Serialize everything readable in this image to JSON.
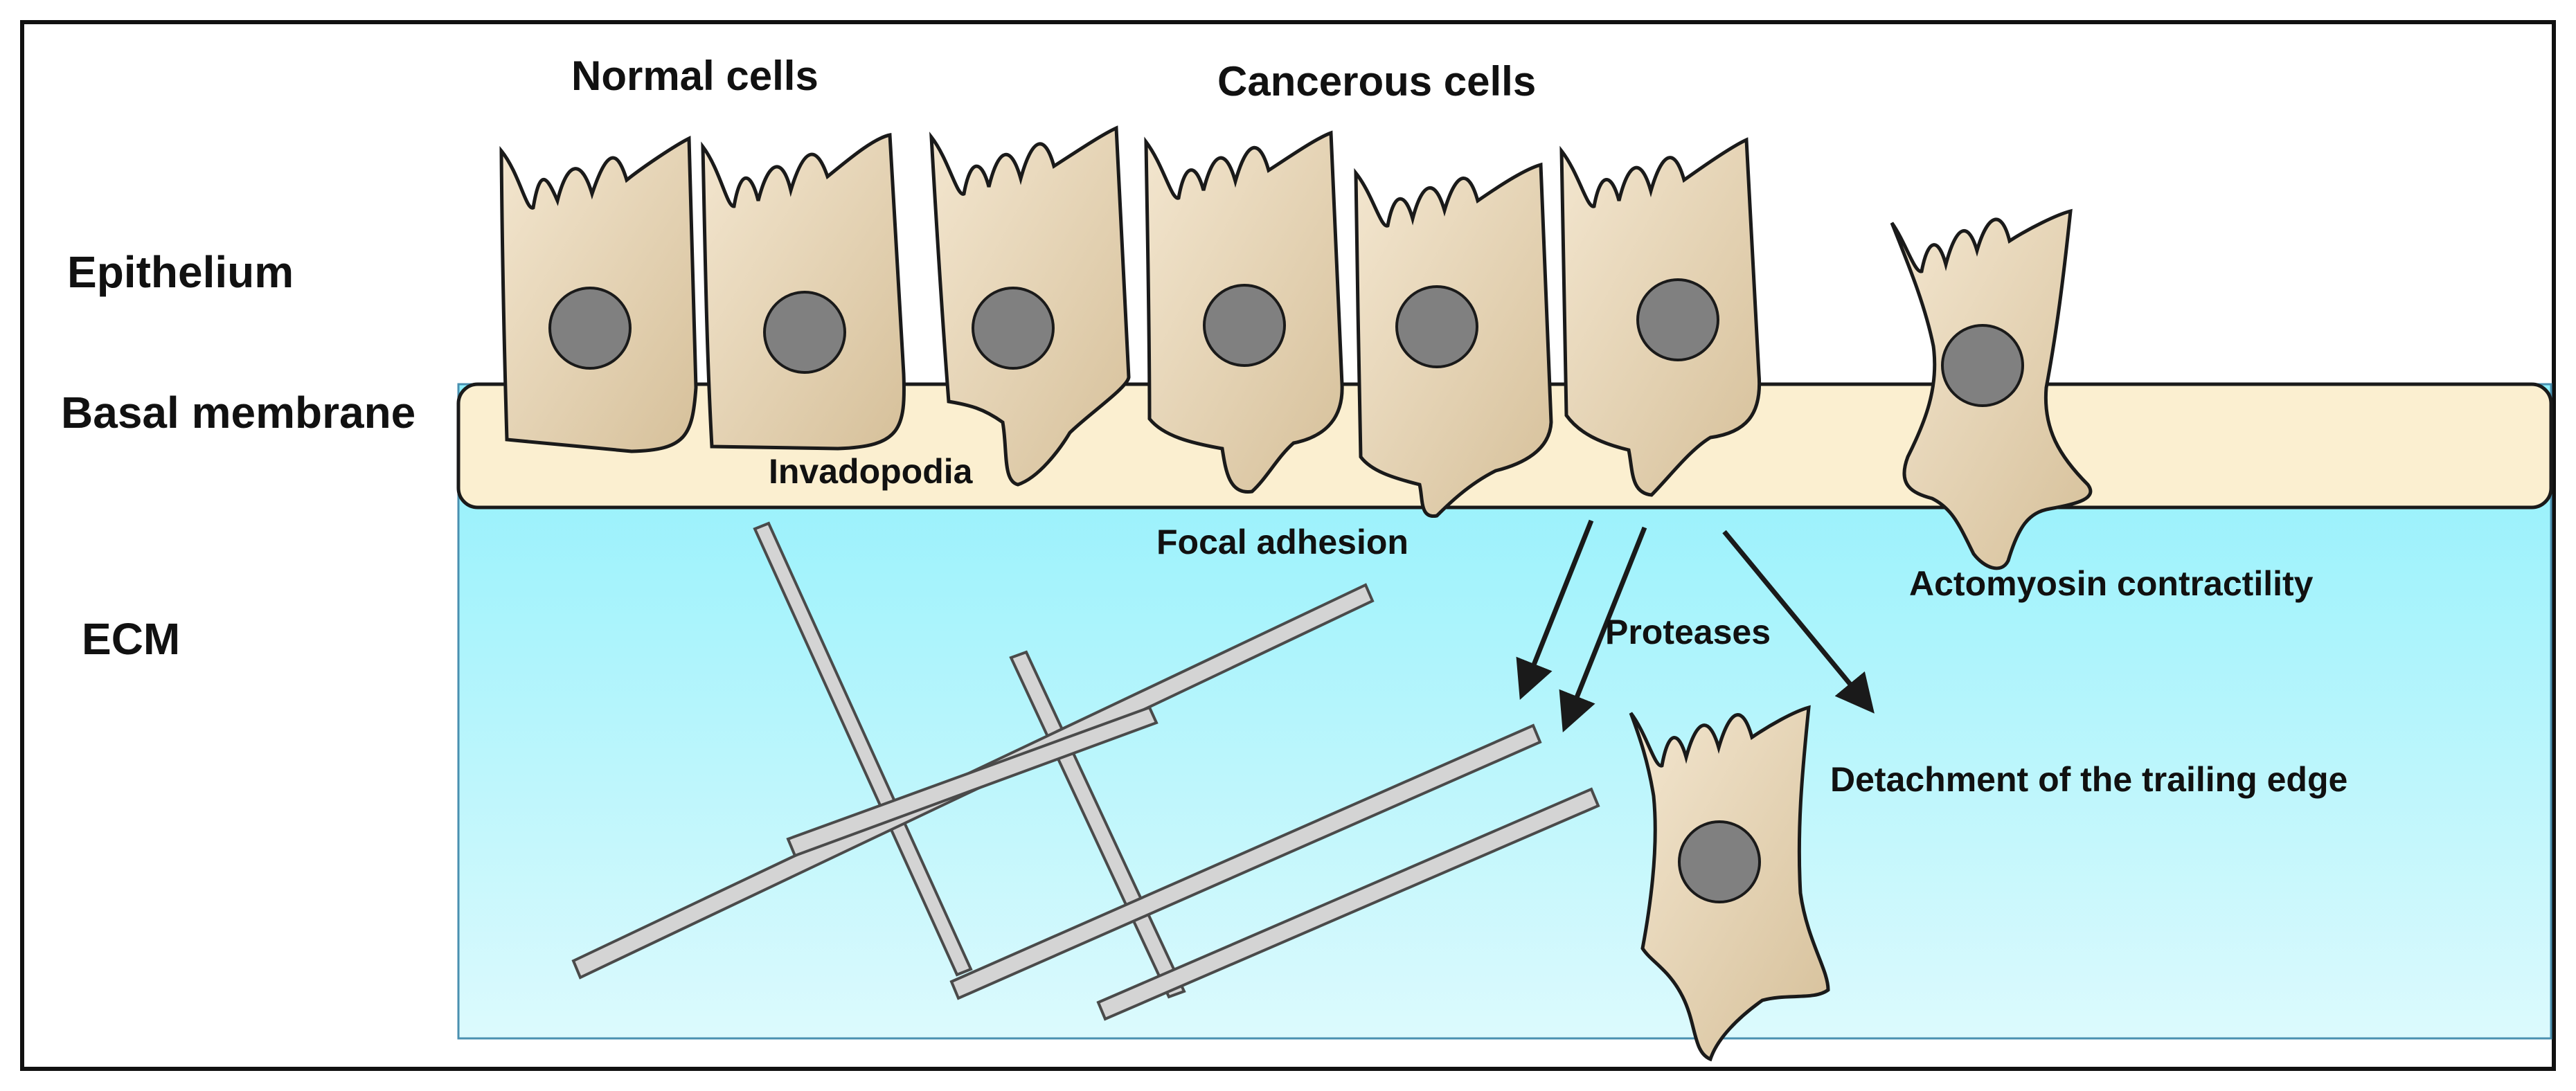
{
  "labels": {
    "normal_cells": "Normal cells",
    "cancerous_cells": "Cancerous cells",
    "epithelium": "Epithelium",
    "basal_membrane": "Basal membrane",
    "ecm": "ECM",
    "invadopodia": "Invadopodia",
    "focal_adhesion": "Focal adhesion",
    "proteases": "Proteases",
    "actomyosin": "Actomyosin contractility",
    "detachment": "Detachment of the trailing edge"
  },
  "colors": {
    "cell_fill_light": "#f3e6cf",
    "cell_fill_dark": "#d6c09a",
    "nucleus": "#808080",
    "basal_membrane": "#fbefd0",
    "ecm_top": "#8ef0fb",
    "ecm_bottom": "#dcfafd",
    "fiber": "#d4d4d4"
  }
}
